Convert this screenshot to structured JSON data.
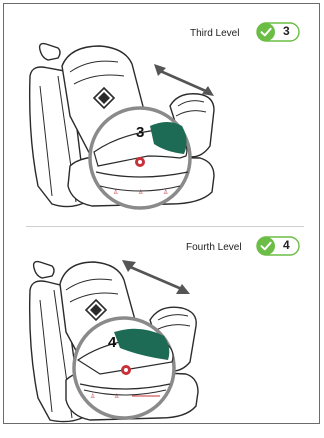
{
  "colors": {
    "accent_green": "#6bbd45",
    "indicator_teal": "#1d6a55",
    "indicator_red": "#c8313a",
    "line": "#2b2b2b",
    "arrow": "#555555"
  },
  "panels": [
    {
      "label": "Third Level",
      "badge_value": "3",
      "zoom_number": "3",
      "badge_icon": "checkmark-icon"
    },
    {
      "label": "Fourth Level",
      "badge_value": "4",
      "zoom_number": "4",
      "badge_icon": "checkmark-icon"
    }
  ]
}
